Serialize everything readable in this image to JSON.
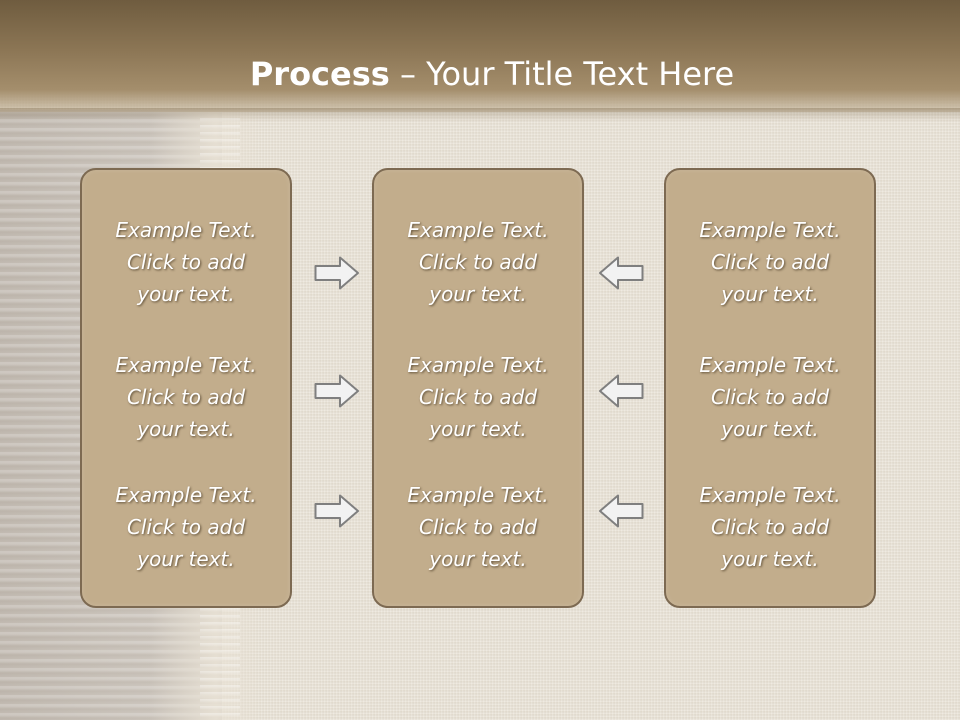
{
  "slide": {
    "title_bold": "Process",
    "title_rest": " – Your Title Text Here"
  },
  "colors": {
    "header": "#8c7655",
    "panel_fill": "#c2ad8c",
    "panel_border": "#7d6a52",
    "arrow_fill": "#f2f2f2",
    "arrow_stroke": "#7f7f7f",
    "text": "#ffffff"
  },
  "panels": [
    {
      "cells": [
        {
          "line1": "Example Text.",
          "line2": "Click  to add",
          "line3": "your text."
        },
        {
          "line1": "Example Text.",
          "line2": "Click  to add",
          "line3": "your text."
        },
        {
          "line1": "Example Text.",
          "line2": "Click  to add",
          "line3": "your text."
        }
      ]
    },
    {
      "cells": [
        {
          "line1": "Example Text.",
          "line2": "Click  to add",
          "line3": "your text."
        },
        {
          "line1": "Example Text.",
          "line2": "Click  to add",
          "line3": "your text."
        },
        {
          "line1": "Example Text.",
          "line2": "Click  to add",
          "line3": "your text."
        }
      ]
    },
    {
      "cells": [
        {
          "line1": "Example Text.",
          "line2": "Click  to add",
          "line3": "your text."
        },
        {
          "line1": "Example Text.",
          "line2": "Click  to add",
          "line3": "your text."
        },
        {
          "line1": "Example Text.",
          "line2": "Click  to add",
          "line3": "your text."
        }
      ]
    }
  ],
  "arrows": {
    "left_group": "arrow-right-icon",
    "right_group": "arrow-left-icon"
  }
}
